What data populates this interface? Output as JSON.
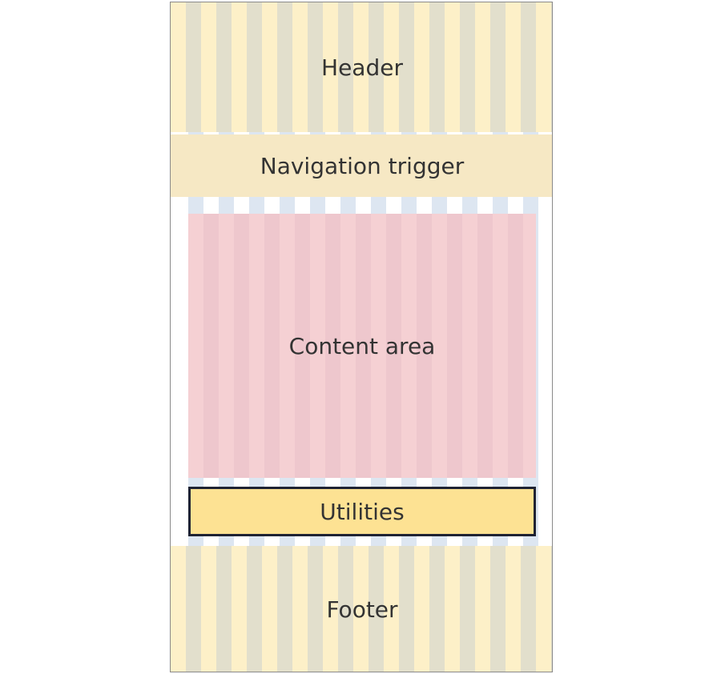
{
  "regions": {
    "header": "Header",
    "navigation": "Navigation trigger",
    "content": "Content area",
    "utilities": "Utilities",
    "footer": "Footer"
  },
  "colors": {
    "grid_column": "#dde6f1",
    "header_footer": "#fdf0c8",
    "navigation": "#f6e8c4",
    "content": "#f5d0d3",
    "utilities": "#fde293",
    "utilities_border": "#1f2333",
    "text": "#333333"
  }
}
